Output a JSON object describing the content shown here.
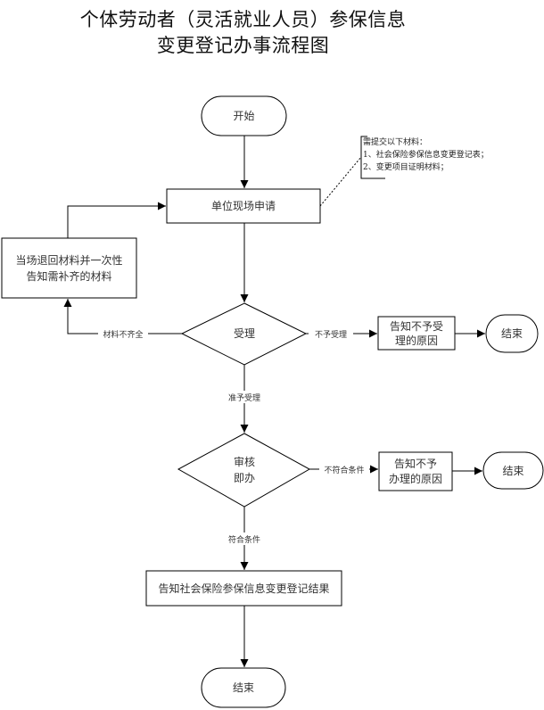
{
  "title": {
    "line1": "个体劳动者（灵活就业人员）参保信息",
    "line2": "变更登记办事流程图"
  },
  "nodes": {
    "start": "开始",
    "apply": "单位现场申请",
    "return_materials_line1": "当场退回材料并一次性",
    "return_materials_line2": "告知需补齐的材料",
    "accept": "受理",
    "reject_reason_line1": "告知不予受",
    "reject_reason_line2": "理的原因",
    "end1": "结束",
    "review_line1": "审核",
    "review_line2": "即办",
    "noncompliant_reason_line1": "告知不予",
    "noncompliant_reason_line2": "办理的原因",
    "end2": "结束",
    "notify_result": "告知社会保险参保信息变更登记结果",
    "end3": "结束"
  },
  "edges": {
    "incomplete": "材料不齐全",
    "not_accepted": "不予受理",
    "accepted": "准予受理",
    "not_compliant": "不符合条件",
    "compliant": "符合条件"
  },
  "note": {
    "heading": "需提交以下材料：",
    "items": [
      "1、社会保险参保信息变更登记表；",
      "2、变更项目证明材料；"
    ]
  }
}
